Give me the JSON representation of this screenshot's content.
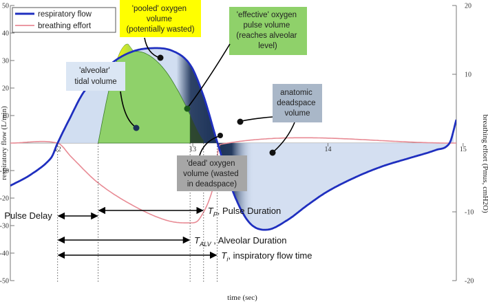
{
  "chart_data": {
    "type": "line",
    "xlabel": "time (sec)",
    "ylabel": "respiratory flow (L/min)",
    "y2label": "breathing effort (Pmus, cmH2O)",
    "ylim": [
      -50,
      50
    ],
    "y2lim": [
      -20,
      20
    ],
    "xlim": [
      11.65,
      14.95
    ],
    "x_ticks": [
      "12",
      "13",
      "14",
      "15"
    ],
    "y_ticks": [
      "50",
      "40",
      "30",
      "20",
      "10",
      "",
      "-10",
      "-20",
      "-30",
      "-40",
      "-50"
    ],
    "y2_ticks": [
      "20",
      "10",
      "",
      "-10",
      "-20"
    ],
    "legend": {
      "placement": "top-left",
      "entries": [
        "respiratory flow",
        "breathing effort"
      ],
      "colors": [
        "#1f2fbf",
        "#e88a94"
      ]
    },
    "series": [
      {
        "name": "respiratory flow",
        "color": "#1f2fbf",
        "x": [
          11.65,
          11.8,
          11.95,
          12.0,
          12.08,
          12.2,
          12.4,
          12.55,
          12.7,
          12.85,
          12.98,
          13.08,
          13.18,
          13.3,
          13.42,
          13.55,
          13.7,
          13.85,
          14.0,
          14.2,
          14.4,
          14.6,
          14.8,
          14.9,
          14.95
        ],
        "values": [
          -15.5,
          -11.5,
          -5.5,
          0.0,
          8.0,
          19.0,
          29.0,
          33.2,
          34.5,
          33.5,
          28.5,
          17.0,
          0.5,
          -18.0,
          -29.0,
          -31.5,
          -28.0,
          -22.5,
          -17.5,
          -12.5,
          -8.5,
          -5.5,
          -2.5,
          0.0,
          8.5
        ]
      },
      {
        "name": "breathing effort",
        "color": "#e88a94",
        "x": [
          11.65,
          12.0,
          12.1,
          12.3,
          12.55,
          12.8,
          12.98,
          13.05,
          13.15,
          13.2,
          14.95
        ],
        "values": [
          0,
          0,
          -2.0,
          -5.8,
          -9.0,
          -11.2,
          -11.6,
          -11.0,
          -6.5,
          -0.2,
          0
        ]
      }
    ],
    "annotations": [
      {
        "text": [
          "'pooled' oxygen",
          "volume",
          "(potentially wasted)"
        ],
        "fill": "#ffff00"
      },
      {
        "text": [
          "'effective' oxygen",
          "pulse volume",
          "(reaches alveolar",
          "level)"
        ],
        "fill": "#8fd16a"
      },
      {
        "text": [
          "'alveolar'",
          "tidal volume"
        ],
        "fill": "#dbe6f4"
      },
      {
        "text": [
          "anatomic",
          "deadspace",
          "volume"
        ],
        "fill": "#a9b7c8"
      },
      {
        "text": [
          "'dead' oxygen",
          "volume  (wasted",
          "in deadspace)"
        ],
        "fill": "#a6a6a6"
      }
    ],
    "intervals": [
      {
        "label": "Pulse Delay",
        "start": 12.0,
        "end": 12.3
      },
      {
        "label_sym": "T",
        "label_sub": "P",
        "label_rest": ", Pulse Duration",
        "start": 12.3,
        "end": 13.08
      },
      {
        "label_sym": "T",
        "label_sub": "ALV",
        "label_rest": " , Alveolar Duration",
        "start": 12.0,
        "end": 12.98
      },
      {
        "label_sym": "T",
        "label_sub": "i",
        "label_rest": ", inspiratory flow time",
        "start": 12.0,
        "end": 13.18
      }
    ],
    "regions": {
      "pooled_end": 12.58,
      "pulse_start": 12.3,
      "pulse_end": 13.08,
      "alveolar_end": 12.98,
      "inspiration_end": 13.18,
      "deadspace_end": 13.45
    },
    "grid": false
  }
}
